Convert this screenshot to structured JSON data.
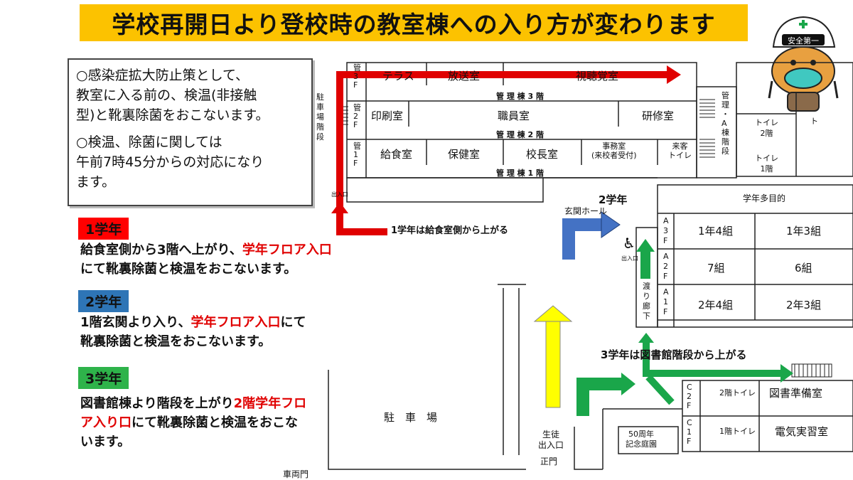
{
  "title": "学校再開日より登校時の教室棟への入り方が変わります",
  "mascot": {
    "badge": "安全第一"
  },
  "notice": {
    "para1": "○感染症拡大防止策として、\n教室に入る前の、検温(非接触\n型)と靴裏除菌をおこないます。",
    "para2": "○検温、除菌に関しては\n午前7時45分からの対応になり\nます。"
  },
  "grades": [
    {
      "tag": "1学年",
      "tag_color": "#ff0000",
      "desc_a": "給食室側から3階へ上がり、",
      "desc_red": "学年フロア入口",
      "desc_b": "\nにて靴裏除菌と検温をおこないます。"
    },
    {
      "tag": "2学年",
      "tag_color": "#2e75b6",
      "desc_a": "1階玄関より入り、",
      "desc_red": "学年フロア入口",
      "desc_b": "にて\n靴裏除菌と検温をおこないます。"
    },
    {
      "tag": "3学年",
      "tag_color": "#2eb34a",
      "desc_a": "図書館棟より階段を上がり",
      "desc_red": "2階学年フロ\nア入り口",
      "desc_b": "にて靴裏除菌と検温をおこな\nいます。"
    }
  ],
  "map": {
    "floor3": {
      "stair": "管\n3\nF",
      "rooms": [
        "テラス",
        "放送室",
        "視聴覚室"
      ],
      "label": "管 理 棟 3 階"
    },
    "floor2": {
      "stair": "管\n2\nF",
      "rooms": [
        "印刷室",
        "職員室",
        "研修室"
      ],
      "label": "管 理 棟 2 階"
    },
    "floor1": {
      "stair": "管\n1\nF",
      "rooms": [
        "給食室",
        "保健室",
        "校長室"
      ],
      "office": "事務室\n(来校者受付)",
      "guest_toilet": "来客\nトイレ",
      "label": "管 理 棟 1 階"
    },
    "parking_stairs": "駐\n車\n場\n階\n段",
    "a_stairs": "管\n理\n・\nA\n棟\n階\n段",
    "toilet2": "トイレ\n2階",
    "toilet1": "トイレ\n1階",
    "toilet_t": "ト",
    "multi_purpose": "学年多目的",
    "entrance_hall": "玄関ホール",
    "grade2_label": "2学年",
    "grade1_route": "1学年は給食室側から上がる",
    "grade3_route": "3学年は図書館階段から上がる",
    "corridor": "渡\nり\n廊\n下",
    "exit_small": "出入口",
    "a_floors": [
      "A\n3\nF",
      "A\n2\nF",
      "A\n1\nF"
    ],
    "classrooms": [
      [
        "1年4組",
        "1年3組"
      ],
      [
        "7組",
        "6組"
      ],
      [
        "2年4組",
        "2年3組"
      ]
    ],
    "c_floors": [
      "C\n2\nF",
      "C\n1\nF"
    ],
    "c_toilets": [
      "2階トイレ",
      "1階トイレ"
    ],
    "library_prep": "図書準備室",
    "electric_room": "電気実習室",
    "garden": "50周年\n記念庭園",
    "parking": "駐　車　場",
    "student_exit": "生徒\n出入口",
    "main_gate": "正門",
    "vehicle_gate": "車両門"
  },
  "colors": {
    "banner": "#fcc200",
    "red_arrow": "#e00000",
    "blue_arrow": "#4472c4",
    "green_arrow": "#1aa64a",
    "yellow_arrow": "#ffff00"
  }
}
